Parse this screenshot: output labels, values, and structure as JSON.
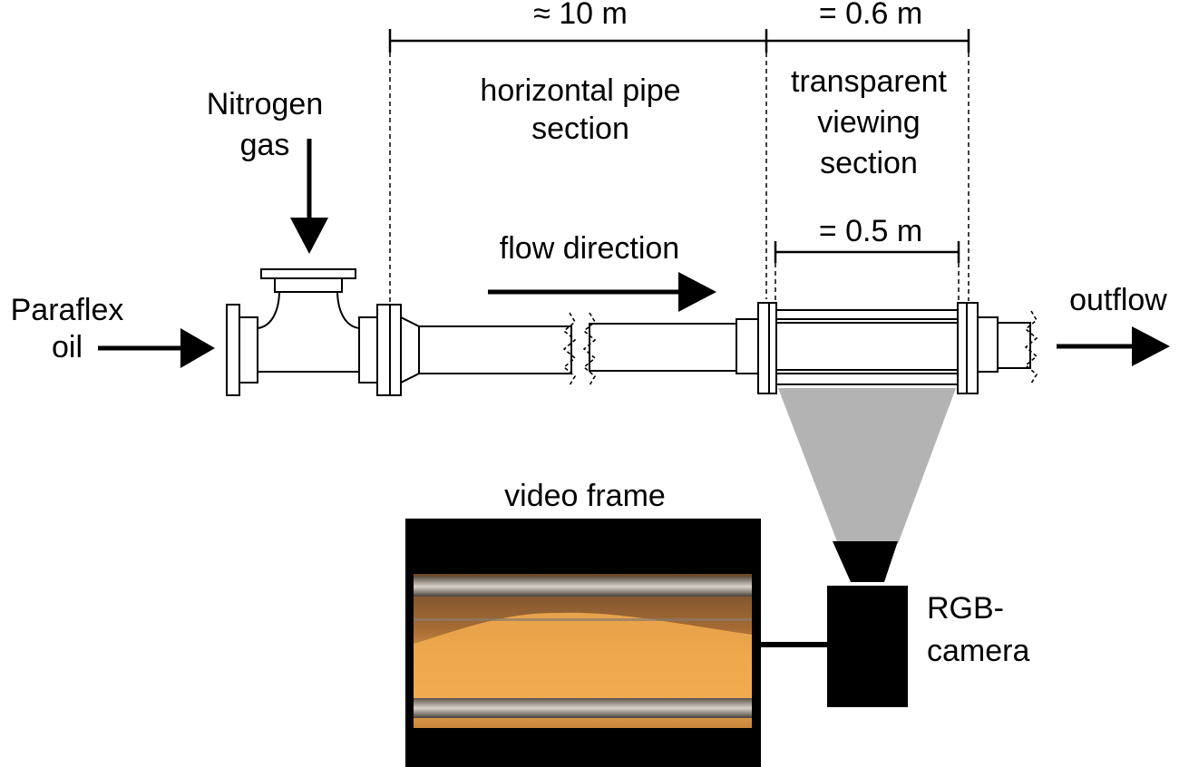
{
  "labels": {
    "length_total": "≈ 10 m",
    "length_viewing": "= 0.6 m",
    "length_camera_field": "= 0.5 m",
    "horizontal_pipe_line1": "horizontal pipe",
    "horizontal_pipe_line2": "section",
    "transparent_line1": "transparent",
    "transparent_line2": "viewing",
    "transparent_line3": "section",
    "nitrogen_line1": "Nitrogen",
    "nitrogen_line2": "gas",
    "paraflex_line1": "Paraflex",
    "paraflex_line2": "oil",
    "flow_direction": "flow direction",
    "outflow": "outflow",
    "video_frame": "video frame",
    "camera_line1": "RGB-",
    "camera_line2": "camera"
  },
  "colors": {
    "line": "#000000",
    "camera_field": "#b3b3b3",
    "frame_bg": "#000000",
    "oil": "#e29a3c"
  }
}
